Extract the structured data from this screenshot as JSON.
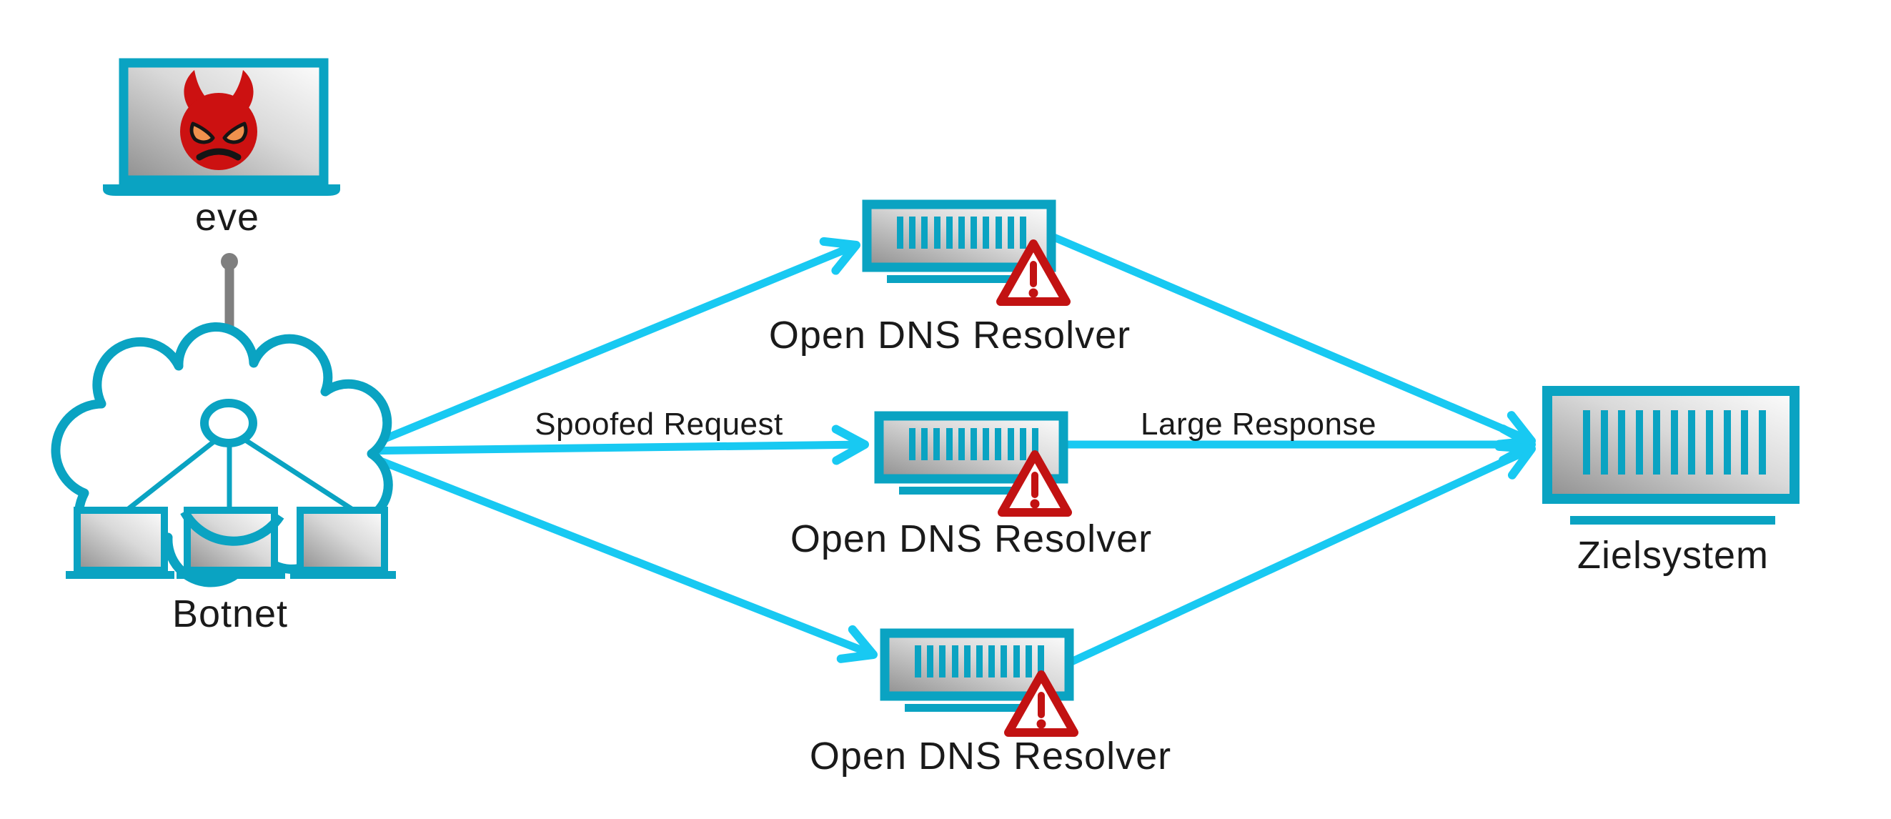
{
  "diagram": {
    "type": "dns-amplification-attack-diagram",
    "nodes": {
      "attacker": {
        "label": "eve"
      },
      "botnet": {
        "label": "Botnet"
      },
      "resolvers": [
        {
          "label": "Open DNS Resolver"
        },
        {
          "label": "Open DNS Resolver"
        },
        {
          "label": "Open DNS Resolver"
        }
      ],
      "target": {
        "label": "Zielsystem"
      }
    },
    "edges": {
      "spoofed_request": {
        "label": "Spoofed Request"
      },
      "large_response": {
        "label": "Large Response"
      }
    },
    "colors": {
      "device_outline_teal": "#0aa3c2",
      "arrow_cyan": "#18c9f2",
      "warning_red": "#c21212",
      "devil_red": "#cc1111",
      "devil_eye_orange": "#f0914d",
      "link_gray": "#7f7f7f",
      "label_text": "#1a1a1a"
    },
    "icons": [
      "laptop-icon",
      "devil-face-icon",
      "link-connector-icon",
      "cloud-icon",
      "network-hub-icon",
      "bot-laptop-icon",
      "dns-server-icon",
      "warning-triangle-icon",
      "target-server-icon",
      "arrow-icon"
    ]
  }
}
